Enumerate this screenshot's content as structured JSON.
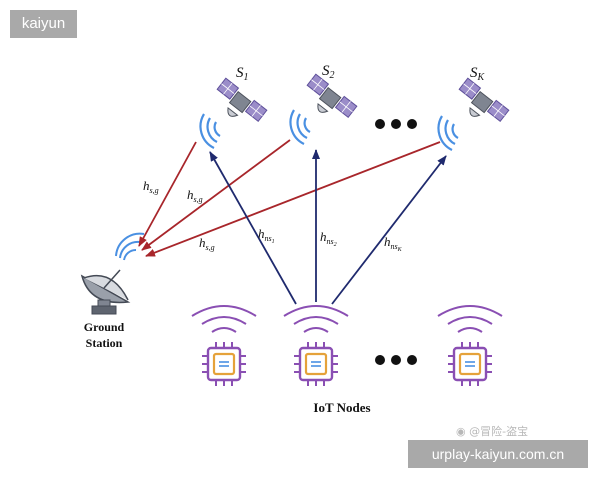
{
  "watermark_top_left": "kaiyun",
  "watermark_bottom_right": "urplay-kaiyun.com.cn",
  "weibo_tag": "@冒险-盗宝",
  "satellites": [
    {
      "label": "S",
      "sub": "1"
    },
    {
      "label": "S",
      "sub": "2"
    },
    {
      "label": "S",
      "sub": "K"
    }
  ],
  "ground_station": {
    "line1": "Ground",
    "line2": "Station"
  },
  "iot_label": "IoT Nodes",
  "channel_sg": {
    "main": "h",
    "sub": "s,g"
  },
  "channel_ns": [
    {
      "main": "h",
      "sub": "ns",
      "subsub": "1"
    },
    {
      "main": "h",
      "sub": "ns",
      "subsub": "2"
    },
    {
      "main": "h",
      "sub": "ns",
      "subsub": "K"
    }
  ],
  "colors": {
    "downlink": "#a8262b",
    "uplink": "#1f2a6e",
    "waves": "#4a90e2",
    "satellite": "#9b8dc9",
    "chip_border": "#8a4fb3",
    "chip_inner": "#e5a23a",
    "iot_waves": "#8a4fb3"
  }
}
